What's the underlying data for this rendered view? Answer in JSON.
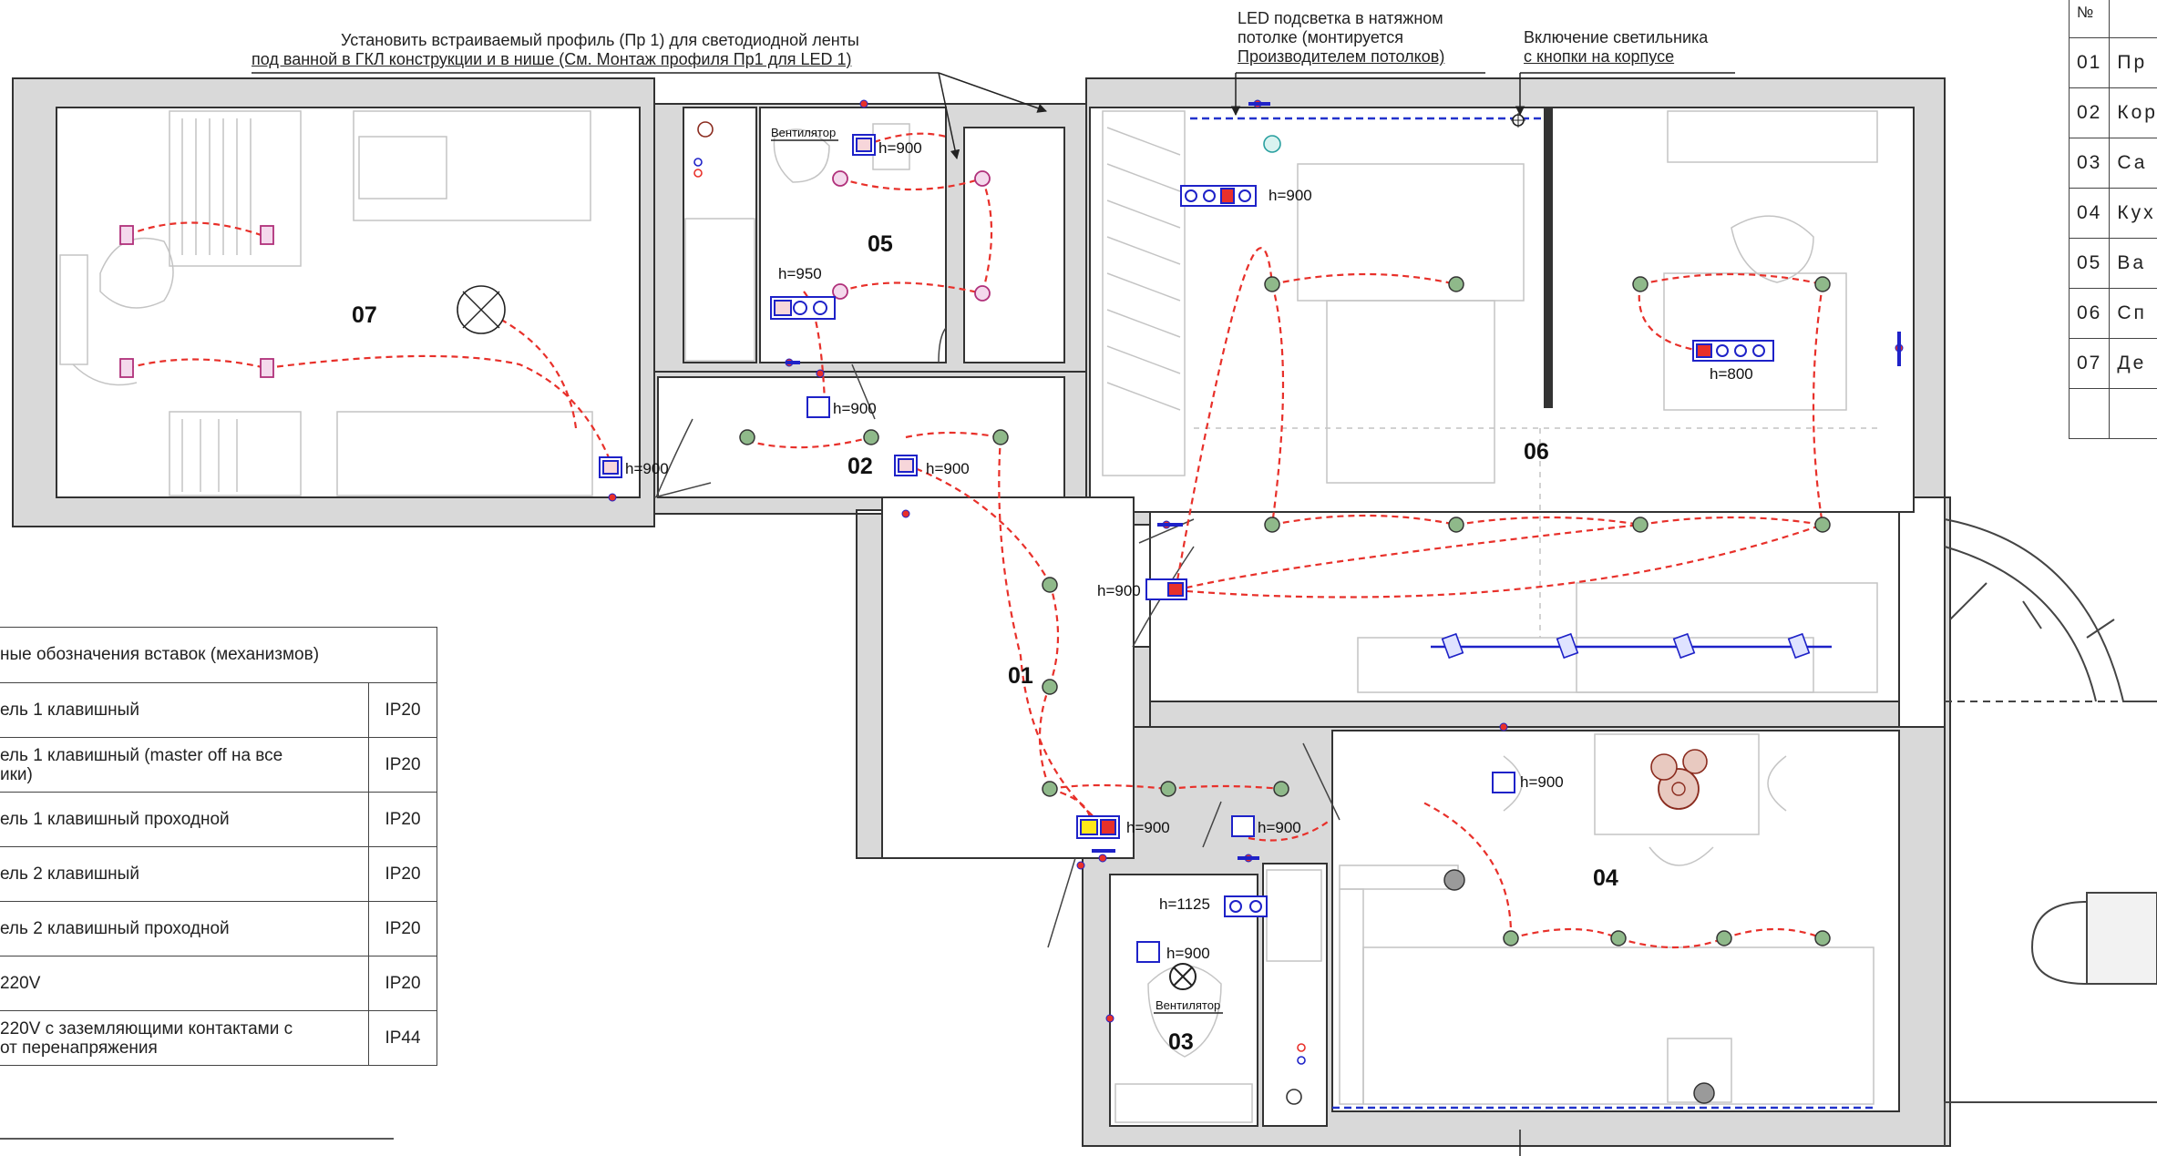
{
  "annotations": {
    "profile_note_line1": "Установить встраиваемый профиль (Пр 1) для светодиодной ленты",
    "profile_note_line2": "под ванной в ГКЛ конструкции и в нише (См. Монтаж профиля Пр1 для LED 1)",
    "led_note_line1": "LED подсветка в натяжном",
    "led_note_line2": "потолке (монтируется",
    "led_note_line3": "Производителем потолков)",
    "button_note_line1": "Включение светильника",
    "button_note_line2": "с кнопки на корпусе",
    "fan_label_05": "Вентилятор",
    "fan_label_03": "Вентилятор"
  },
  "rooms": [
    {
      "id": "07"
    },
    {
      "id": "05"
    },
    {
      "id": "02"
    },
    {
      "id": "06"
    },
    {
      "id": "01"
    },
    {
      "id": "04"
    },
    {
      "id": "03"
    }
  ],
  "switch_heights": {
    "s07": "h=900",
    "s05": "h=900",
    "s05b": "h=950",
    "s02a": "h=900",
    "s02b": "h=900",
    "s06a": "h=900",
    "s06b": "h=800",
    "s06c": "h=900",
    "s01a": "h=900",
    "s01b": "h=900",
    "s04": "h=900",
    "s03a": "h=1125",
    "s03b": "h=900"
  },
  "room_table": {
    "header": "№",
    "rows": [
      {
        "num": "01",
        "name": "Пр"
      },
      {
        "num": "02",
        "name": "Кор"
      },
      {
        "num": "03",
        "name": "Са"
      },
      {
        "num": "04",
        "name": "Кух"
      },
      {
        "num": "05",
        "name": "Ва"
      },
      {
        "num": "06",
        "name": "Сп"
      },
      {
        "num": "07",
        "name": "Де"
      }
    ]
  },
  "legend": {
    "title": "ные обозначения вставок (механизмов)",
    "rows": [
      {
        "label": "ель 1 клавишный",
        "ip": "IP20"
      },
      {
        "label": "ель 1 клавишный  (master off на все",
        "label2": "ики)",
        "ip": "IP20"
      },
      {
        "label": "ель 1 клавишный проходной",
        "ip": "IP20"
      },
      {
        "label": "ель 2 клавишный",
        "ip": "IP20"
      },
      {
        "label": "ель 2 клавишный проходной",
        "ip": "IP20"
      },
      {
        "label": "220V",
        "ip": "IP20"
      },
      {
        "label": "220V с заземляющими контактами с",
        "label2": "от перенапряжения",
        "ip": "IP44"
      }
    ]
  },
  "colors": {
    "wall": "#d9d9d9",
    "wire": "#e8302a",
    "device": "#1e22c8",
    "lamp_fill": "#8fb98a",
    "led_strip": "#2233cc",
    "socket_marker": "#b0307a"
  }
}
